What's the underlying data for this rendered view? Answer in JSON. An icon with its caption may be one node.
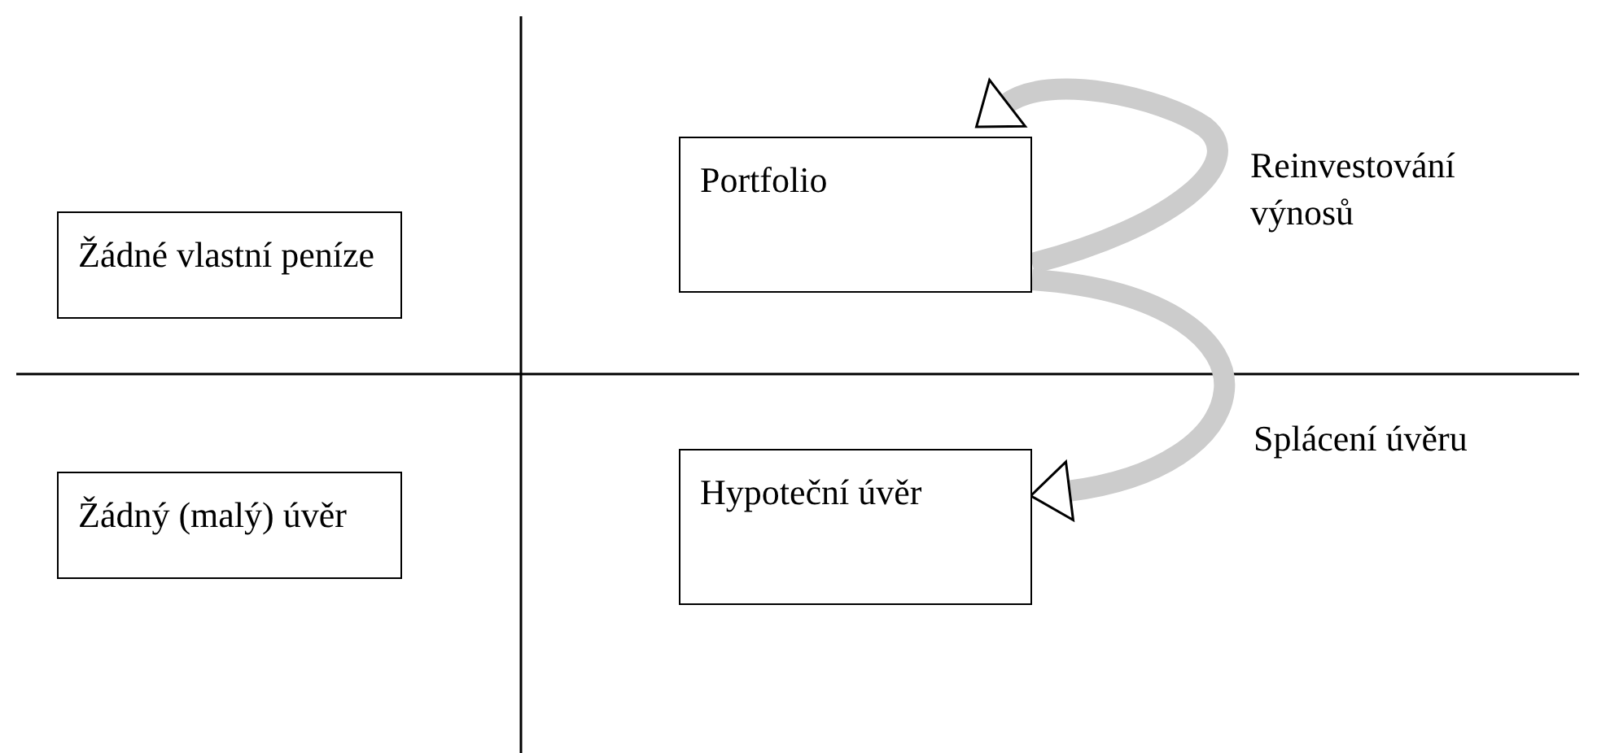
{
  "diagram": {
    "nodes": [
      {
        "text": [
          "Žádné vlastní peníze"
        ]
      },
      {
        "text": [
          "Portfolio"
        ]
      },
      {
        "text": [
          "Žádný (malý) úvěr"
        ]
      },
      {
        "text": [
          "Hypoteční úvěr"
        ]
      }
    ],
    "edges": [
      {
        "from": 1,
        "to": 1,
        "arrow": "to"
      },
      {
        "from": 1,
        "to": 3,
        "arrow": "to"
      }
    ],
    "labels": [
      "Reinvestování výnosů",
      "Splácení úvěru"
    ]
  }
}
